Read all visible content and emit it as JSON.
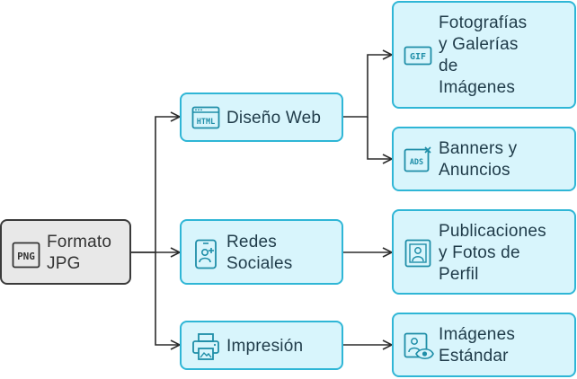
{
  "colors": {
    "root_fill": "#e8e8e8",
    "root_border": "#3a3a3a",
    "node_fill": "#d8f5fc",
    "node_border": "#2fb6d6",
    "icon_stroke": "#1f8ea8",
    "text": "#1f3b49",
    "connector": "#2b2b2b"
  },
  "root": {
    "label": "Formato\nJPG",
    "icon": "png-file-icon",
    "icon_text": "PNG"
  },
  "branches": [
    {
      "label": "Diseño Web",
      "icon": "html-window-icon",
      "icon_text": "HTML"
    },
    {
      "label": "Redes\nSociales",
      "icon": "social-phone-icon"
    },
    {
      "label": "Impresión",
      "icon": "printer-icon"
    }
  ],
  "leaves": [
    {
      "label": "Fotografías\ny Galerías\nde\nImágenes",
      "icon": "gif-icon",
      "icon_text": "GIF",
      "parent": "Diseño Web"
    },
    {
      "label": "Banners y\nAnuncios",
      "icon": "ads-icon",
      "icon_text": "ADS",
      "parent": "Diseño Web"
    },
    {
      "label": "Publicaciones\ny Fotos de\nPerfil",
      "icon": "profile-photo-icon",
      "parent": "Redes Sociales"
    },
    {
      "label": "Imágenes\nEstándar",
      "icon": "view-image-icon",
      "parent": "Impresión"
    }
  ]
}
